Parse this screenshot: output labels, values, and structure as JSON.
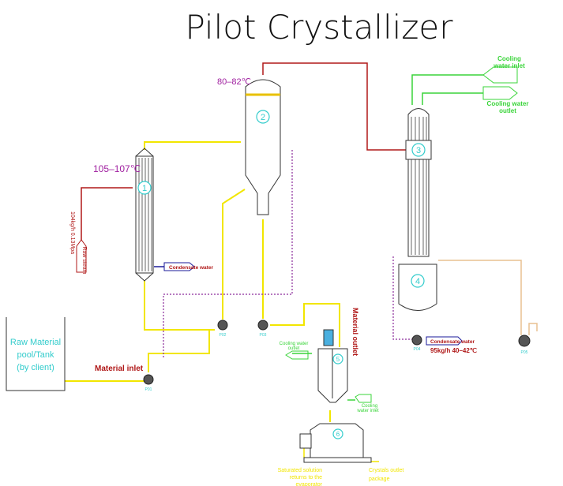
{
  "title": "Pilot Crystallizer",
  "colors": {
    "material": "#f2e600",
    "steam": "#b01818",
    "cooling": "#3ad43a",
    "vacuum": "#8a2a9a",
    "condensate": "#1a1a9a",
    "label_cyan": "#33cccc",
    "temp": "#a020a0",
    "crystal": "#e8c090"
  },
  "temperatures": {
    "evaporator": "105–107℃",
    "separator": "80–82℃",
    "condensate": "95kg/h  40–42℃"
  },
  "equipment_numbers": [
    "1",
    "2",
    "3",
    "4",
    "5",
    "6"
  ],
  "labels": {
    "raw_steam": "Raw steam",
    "steam_flow": "104kg/h 0.13Mpa",
    "condensate_water_1": "Condensate water",
    "condensate_water_4": "Condensate water",
    "tank": [
      "Raw Material",
      "pool/Tank",
      "(by client)"
    ],
    "material_inlet": "Material inlet",
    "material_outlet": "Material outlet",
    "cooling_water_inlet_3": [
      "Cooling",
      "water inlet"
    ],
    "cooling_water_outlet_3": [
      "Cooling water",
      "outlet"
    ],
    "cooling_water_outlet_5": [
      "Cooling water",
      "outlet"
    ],
    "cooling_water_inlet_5": [
      "Cooling",
      "water inlet"
    ],
    "saturated_solution": [
      "Saturated solution",
      "returns to the",
      "evaporator"
    ],
    "crystals_outlet": [
      "Crystals outlet",
      "package"
    ]
  },
  "pumps": [
    "P01",
    "P02",
    "P03",
    "P04",
    "P05"
  ]
}
